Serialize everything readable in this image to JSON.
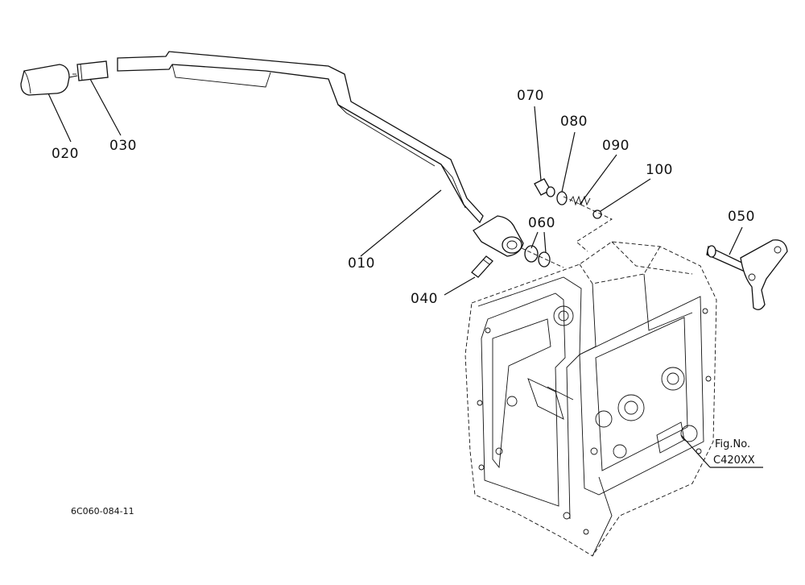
{
  "parts": [
    {
      "id": "p010",
      "label": "010"
    },
    {
      "id": "p020",
      "label": "020"
    },
    {
      "id": "p030",
      "label": "030"
    },
    {
      "id": "p040",
      "label": "040"
    },
    {
      "id": "p050",
      "label": "050"
    },
    {
      "id": "p060",
      "label": "060"
    },
    {
      "id": "p070",
      "label": "070"
    },
    {
      "id": "p080",
      "label": "080"
    },
    {
      "id": "p090",
      "label": "090"
    },
    {
      "id": "p100",
      "label": "100"
    }
  ],
  "figure": {
    "line1": "Fig.No.",
    "line2": "C420XX"
  },
  "drawing_code": "6C060-084-11"
}
